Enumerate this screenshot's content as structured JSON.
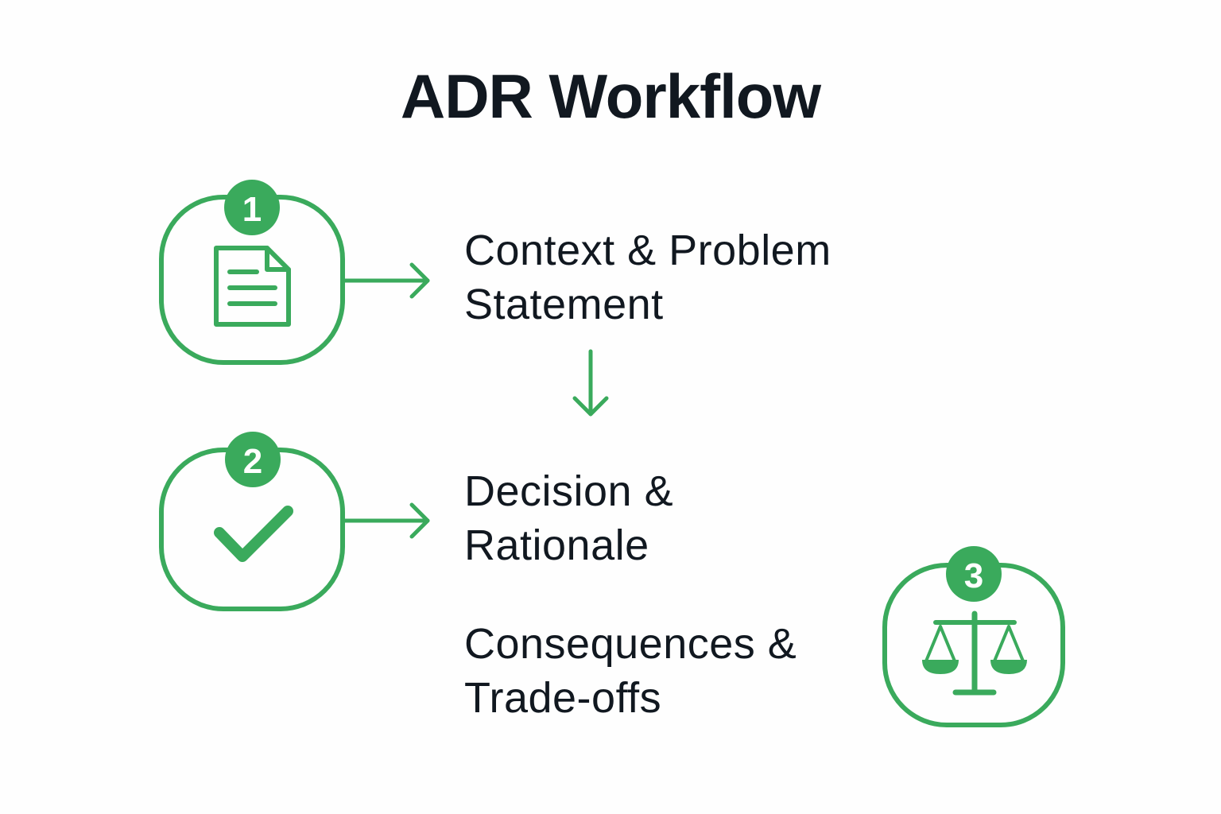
{
  "title": "ADR Workflow",
  "accent_color": "#3aaa5c",
  "steps": [
    {
      "number": "1",
      "icon": "document-icon",
      "label_lines": [
        "Context & Problem",
        "Statement"
      ]
    },
    {
      "number": "2",
      "icon": "checkmark-icon",
      "label_lines": [
        "Decision &",
        "Rationale"
      ]
    },
    {
      "number": "3",
      "icon": "balance-scale-icon",
      "label_lines": [
        "Consequences &",
        "Trade-offs"
      ]
    }
  ]
}
